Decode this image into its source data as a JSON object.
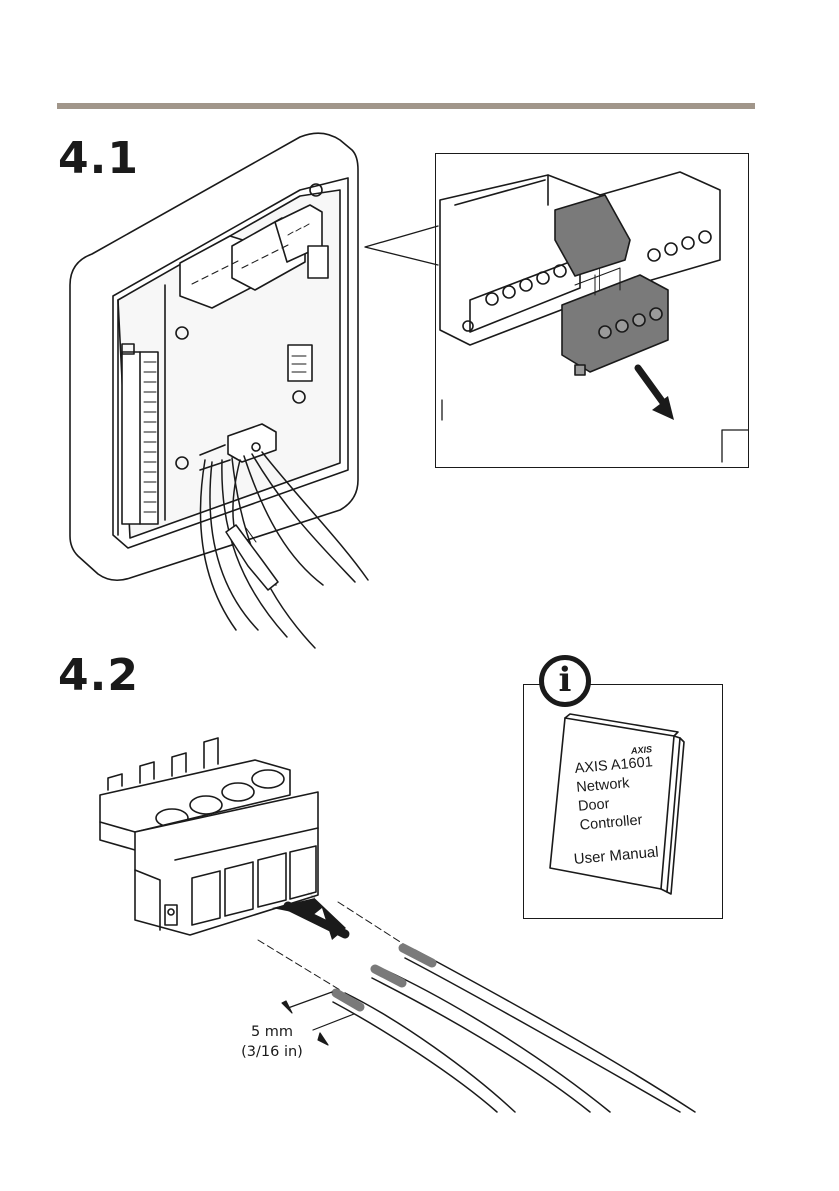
{
  "page": {
    "steps": [
      {
        "number": "4.1"
      },
      {
        "number": "4.2"
      }
    ]
  },
  "manual": {
    "brand": "AXIS",
    "title_lines": [
      "AXIS A1601",
      "Network",
      "Door",
      "Controller"
    ],
    "subtitle": "User Manual"
  },
  "dimension": {
    "value": "5 mm",
    "imperial": "(3/16 in)"
  },
  "icons": [
    "info-icon",
    "arrow-pull-icon",
    "arrow-insert-icon"
  ],
  "colors": {
    "rule": "#a1968a",
    "connector_highlight": "#7a7a7a",
    "line": "#1a1a1a"
  }
}
